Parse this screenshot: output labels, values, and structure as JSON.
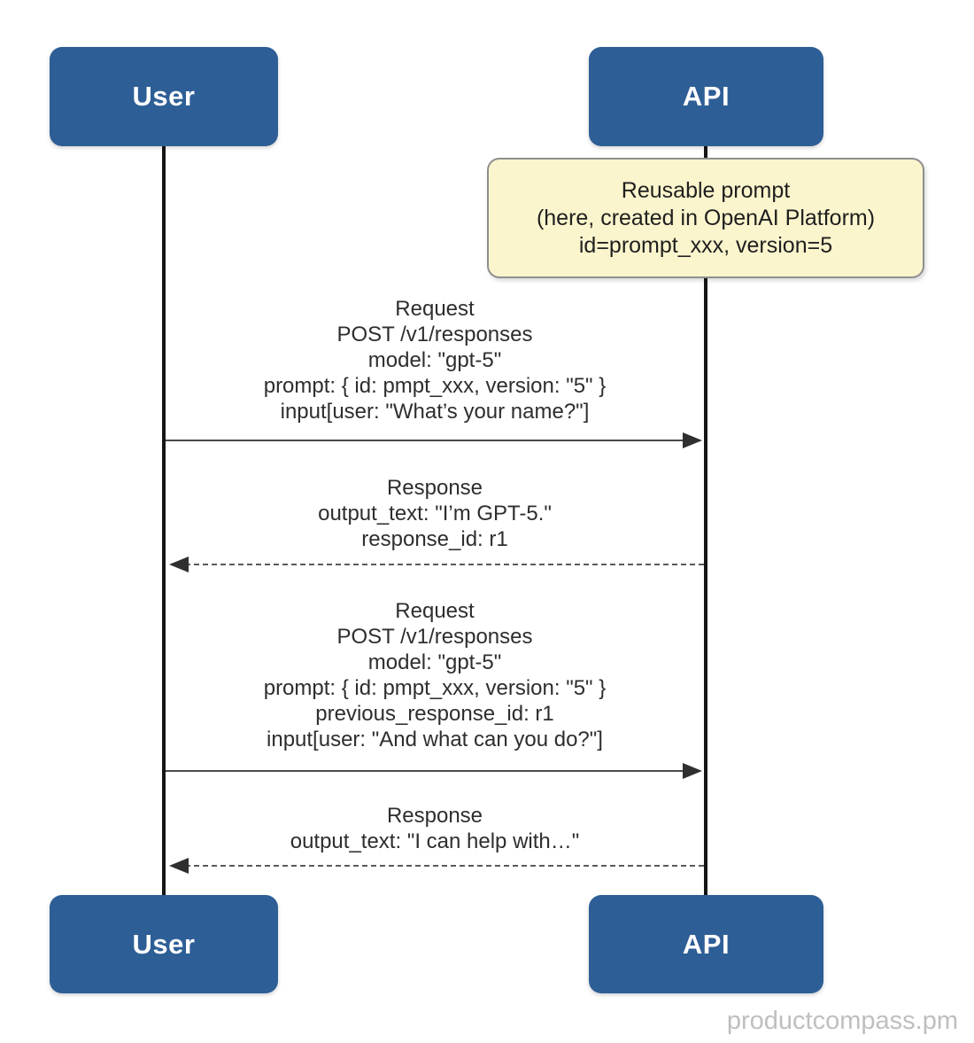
{
  "actors": {
    "user": {
      "label": "User"
    },
    "api": {
      "label": "API"
    }
  },
  "note": {
    "line1": "Reusable prompt",
    "line2": "(here, created in OpenAI Platform)",
    "line3": "id=prompt_xxx, version=5"
  },
  "messages": [
    {
      "type": "request",
      "from": "User",
      "to": "API",
      "arrow_style": "solid-right",
      "lines": [
        "Request",
        "POST /v1/responses",
        "model: \"gpt-5\"",
        "prompt: { id: pmpt_xxx, version: \"5\" }",
        "input[user: \"What’s your name?\"]"
      ]
    },
    {
      "type": "response",
      "from": "API",
      "to": "User",
      "arrow_style": "dashed-left",
      "lines": [
        "Response",
        "output_text: \"I’m GPT-5.\"",
        "response_id: r1"
      ]
    },
    {
      "type": "request",
      "from": "User",
      "to": "API",
      "arrow_style": "solid-right",
      "lines": [
        "Request",
        "POST /v1/responses",
        "model: \"gpt-5\"",
        "prompt: { id: pmpt_xxx, version: \"5\" }",
        "previous_response_id: r1",
        "input[user: \"And what can you do?\"]"
      ]
    },
    {
      "type": "response",
      "from": "API",
      "to": "User",
      "arrow_style": "dashed-left",
      "lines": [
        "Response",
        "output_text: \"I can help with…\""
      ]
    }
  ],
  "watermark": "productcompass.pm",
  "colors": {
    "actor_fill": "#2e5e96",
    "actor_text": "#ffffff",
    "note_fill": "#fbf5cd",
    "note_border": "#8f8f8f",
    "lifeline": "#161616",
    "arrow": "#4a4a4a",
    "message_text": "#2e2e2e",
    "watermark_text": "#bfbfbf"
  }
}
